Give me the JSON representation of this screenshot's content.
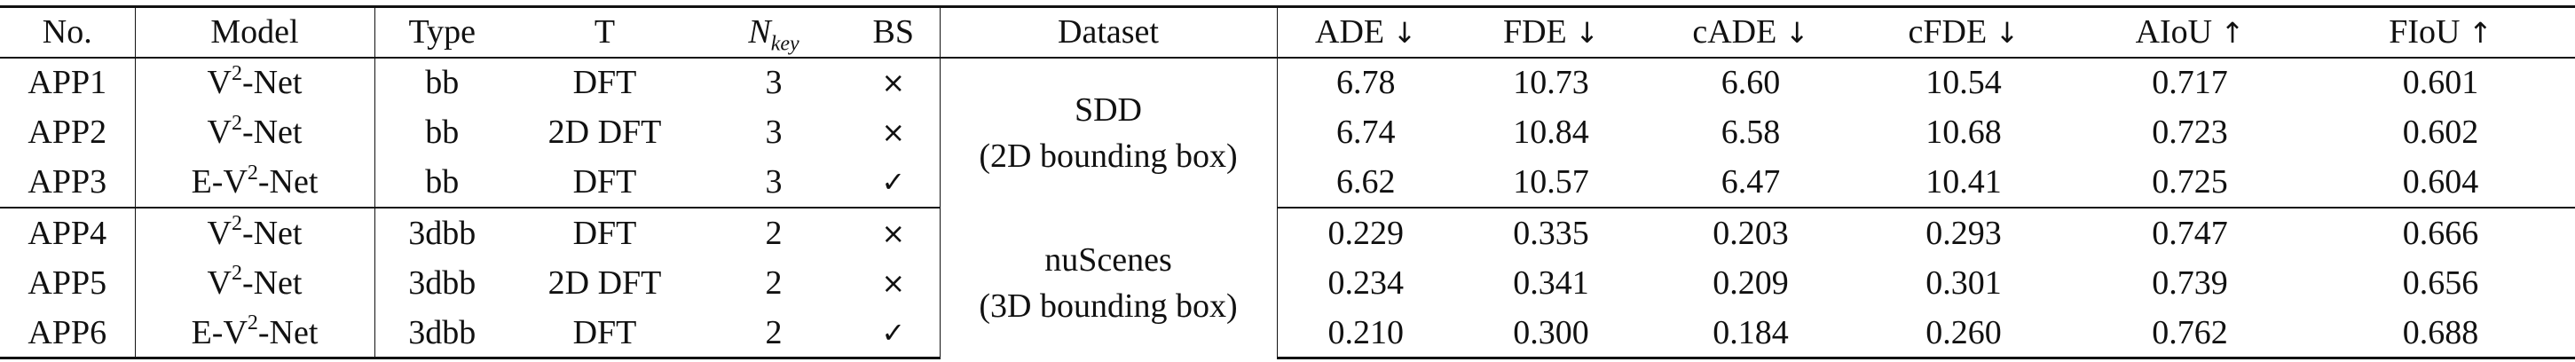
{
  "table": {
    "headers": {
      "no": "No.",
      "model": "Model",
      "type": "Type",
      "t": "T",
      "nkey_base": "N",
      "nkey_sub": "key",
      "bs": "BS",
      "dataset": "Dataset",
      "ade": "ADE",
      "fde": "FDE",
      "cade": "cADE",
      "cfde": "cFDE",
      "aiou": "AIoU",
      "fiou": "FIoU",
      "down": "↓",
      "up": "↑"
    },
    "groups": [
      {
        "dataset_line1": "SDD",
        "dataset_line2": "(2D bounding box)",
        "rows": [
          {
            "no": "APP1",
            "model_pre": "V",
            "model_sup": "2",
            "model_post": "-Net",
            "type": "bb",
            "t": "DFT",
            "nkey": "3",
            "bs": "×",
            "ade": "6.78",
            "fde": "10.73",
            "cade": "6.60",
            "cfde": "10.54",
            "aiou": "0.717",
            "fiou": "0.601"
          },
          {
            "no": "APP2",
            "model_pre": "V",
            "model_sup": "2",
            "model_post": "-Net",
            "type": "bb",
            "t": "2D DFT",
            "nkey": "3",
            "bs": "×",
            "ade": "6.74",
            "fde": "10.84",
            "cade": "6.58",
            "cfde": "10.68",
            "aiou": "0.723",
            "fiou": "0.602"
          },
          {
            "no": "APP3",
            "model_pre": "E-V",
            "model_sup": "2",
            "model_post": "-Net",
            "type": "bb",
            "t": "DFT",
            "nkey": "3",
            "bs": "✓",
            "ade": "6.62",
            "fde": "10.57",
            "cade": "6.47",
            "cfde": "10.41",
            "aiou": "0.725",
            "fiou": "0.604"
          }
        ]
      },
      {
        "dataset_line1": "nuScenes",
        "dataset_line2": "(3D bounding box)",
        "rows": [
          {
            "no": "APP4",
            "model_pre": "V",
            "model_sup": "2",
            "model_post": "-Net",
            "type": "3dbb",
            "t": "DFT",
            "nkey": "2",
            "bs": "×",
            "ade": "0.229",
            "fde": "0.335",
            "cade": "0.203",
            "cfde": "0.293",
            "aiou": "0.747",
            "fiou": "0.666"
          },
          {
            "no": "APP5",
            "model_pre": "V",
            "model_sup": "2",
            "model_post": "-Net",
            "type": "3dbb",
            "t": "2D DFT",
            "nkey": "2",
            "bs": "×",
            "ade": "0.234",
            "fde": "0.341",
            "cade": "0.209",
            "cfde": "0.301",
            "aiou": "0.739",
            "fiou": "0.656"
          },
          {
            "no": "APP6",
            "model_pre": "E-V",
            "model_sup": "2",
            "model_post": "-Net",
            "type": "3dbb",
            "t": "DFT",
            "nkey": "2",
            "bs": "✓",
            "ade": "0.210",
            "fde": "0.300",
            "cade": "0.184",
            "cfde": "0.260",
            "aiou": "0.762",
            "fiou": "0.688"
          }
        ]
      }
    ]
  }
}
